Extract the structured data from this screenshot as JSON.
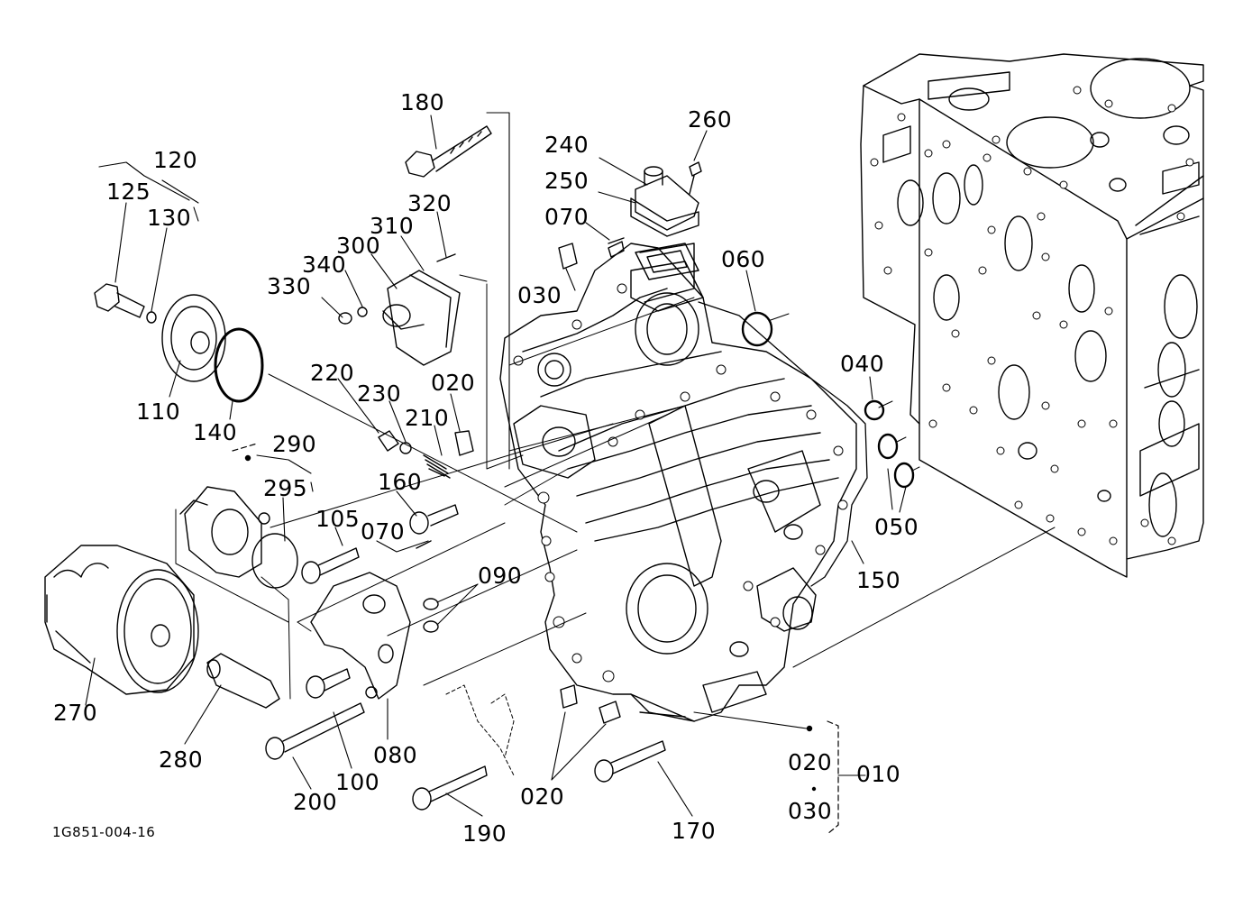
{
  "diagram_code": "1G851-004-16",
  "parts": {
    "p180": "180",
    "p260": "260",
    "p240": "240",
    "p250": "250",
    "p070a": "070",
    "p060": "060",
    "p030": "030",
    "p120": "120",
    "p125": "125",
    "p130": "130",
    "p320": "320",
    "p310": "310",
    "p300": "300",
    "p340": "340",
    "p330": "330",
    "p110": "110",
    "p140": "140",
    "p220": "220",
    "p230": "230",
    "p020a": "020",
    "p210": "210",
    "p040": "040",
    "p290": "290",
    "p295": "295",
    "p160": "160",
    "p105": "105",
    "p070b": "070",
    "p050": "050",
    "p150": "150",
    "p090": "090",
    "p270": "270",
    "p280": "280",
    "p080": "080",
    "p100": "100",
    "p200": "200",
    "p020b": "020",
    "p020c": "020",
    "p010": "010",
    "p030b": "030",
    "p190": "190",
    "p170": "170"
  },
  "icons": {
    "engine_block": "engine-block-illustration",
    "gear_case": "gear-case-illustration",
    "oil_filter": "oil-filter-illustration"
  },
  "colors": {
    "ink": "#000000",
    "paper": "#ffffff"
  }
}
